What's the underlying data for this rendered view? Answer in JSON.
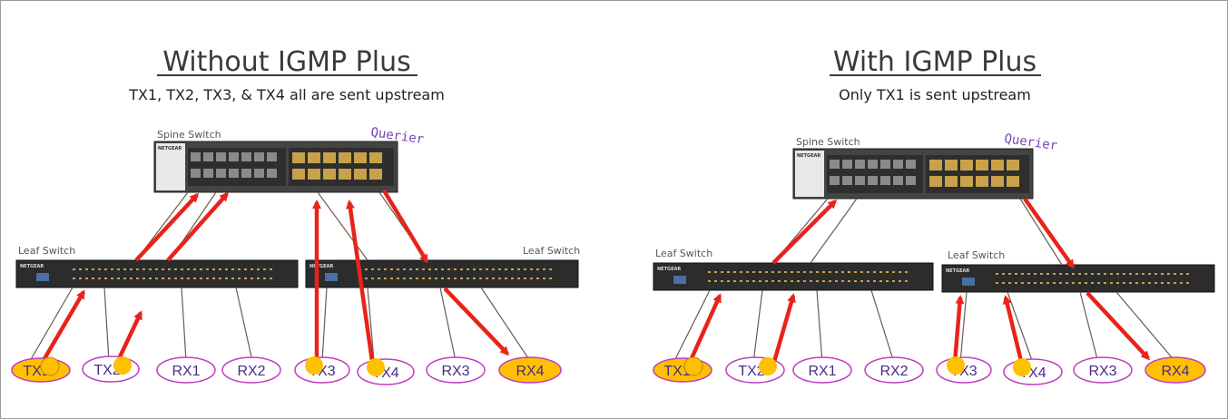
{
  "colors": {
    "arrow": "#e8231c",
    "node_active_fill": "#ffc000",
    "node_outline": "#c03cc0",
    "querier": "#7a3fb0",
    "cable": "#6b5b4b"
  },
  "left": {
    "title": "Without IGMP Plus",
    "subtitle": "TX1, TX2, TX3, & TX4 all are sent upstream",
    "spine_label": "Spine Switch",
    "querier_label": "Querier",
    "leaf_label_a": "Leaf Switch",
    "leaf_label_b": "Leaf Switch",
    "brand": "NETGEAR",
    "nodes": [
      "TX1",
      "TX2",
      "RX1",
      "RX2",
      "TX3",
      "TX4",
      "RX3",
      "RX4"
    ]
  },
  "right": {
    "title": "With IGMP Plus",
    "subtitle": "Only TX1 is sent upstream",
    "spine_label": "Spine Switch",
    "querier_label": "Querier",
    "leaf_label_a": "Leaf Switch",
    "leaf_label_b": "Leaf Switch",
    "brand": "NETGEAR",
    "nodes": [
      "TX1",
      "TX2",
      "RX1",
      "RX2",
      "TX3",
      "TX4",
      "RX3",
      "RX4"
    ]
  }
}
